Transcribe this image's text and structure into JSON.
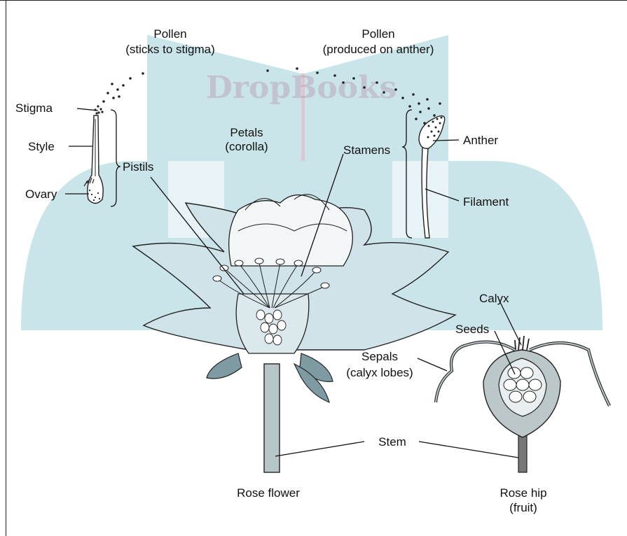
{
  "watermark": "DropBooks",
  "labels": {
    "pollen_left_1": "Pollen",
    "pollen_left_2": "(sticks to stigma)",
    "pollen_right_1": "Pollen",
    "pollen_right_2": "(produced on anther)",
    "stigma": "Stigma",
    "style": "Style",
    "ovary": "Ovary",
    "pistils": "Pistils",
    "petals_1": "Petals",
    "petals_2": "(corolla)",
    "stamens": "Stamens",
    "anther": "Anther",
    "filament": "Filament",
    "calyx": "Calyx",
    "seeds": "Seeds",
    "sepals_1": "Sepals",
    "sepals_2": "(calyx lobes)",
    "stem": "Stem",
    "rose_flower": "Rose flower",
    "rose_hip_1": "Rose hip",
    "rose_hip_2": "(fruit)"
  },
  "colors": {
    "watermark_fill": "#bfe0e5",
    "flower_tint": "#cfe3e8",
    "petal_inner": "#f2f6f7",
    "ink": "#222222"
  }
}
